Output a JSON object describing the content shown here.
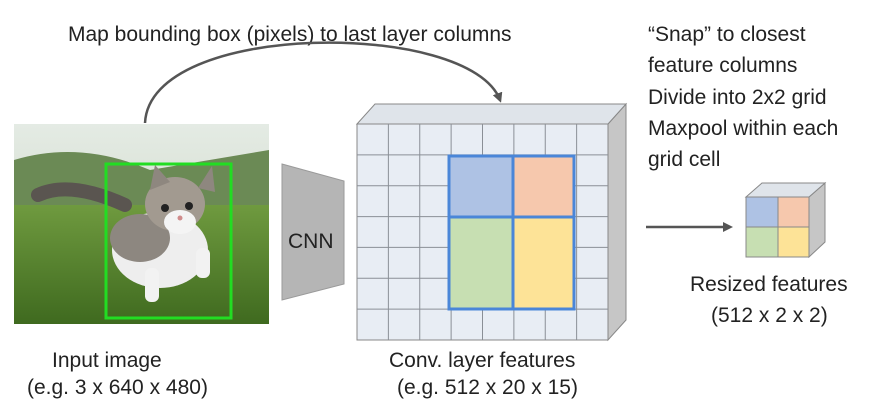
{
  "title": "Map bounding box (pixels) to last layer columns",
  "annotations": [
    "“Snap” to closest",
    "feature columns",
    "Divide into 2x2 grid",
    "Maxpool within each",
    "grid cell"
  ],
  "cnn_label": "CNN",
  "input_image": {
    "caption_line1": "Input image",
    "caption_line2": "(e.g. 3 x 640 x 480)",
    "bbox_color": "#22dd22"
  },
  "conv_features": {
    "caption_line1": "Conv. layer features",
    "caption_line2": "(e.g. 512 x 20 x 15)"
  },
  "resized_features": {
    "caption_line1": "Resized features",
    "caption_line2": "(512 x 2 x 2)"
  },
  "colors": {
    "blue": "#aec2e4",
    "orange": "#f6c8ad",
    "green": "#c7dfb2",
    "yellow": "#fde397",
    "grid_outline": "#4a86d8",
    "face": "#e8edf4",
    "side": "#c6c6c6",
    "cnn": "#b5b5b5"
  }
}
